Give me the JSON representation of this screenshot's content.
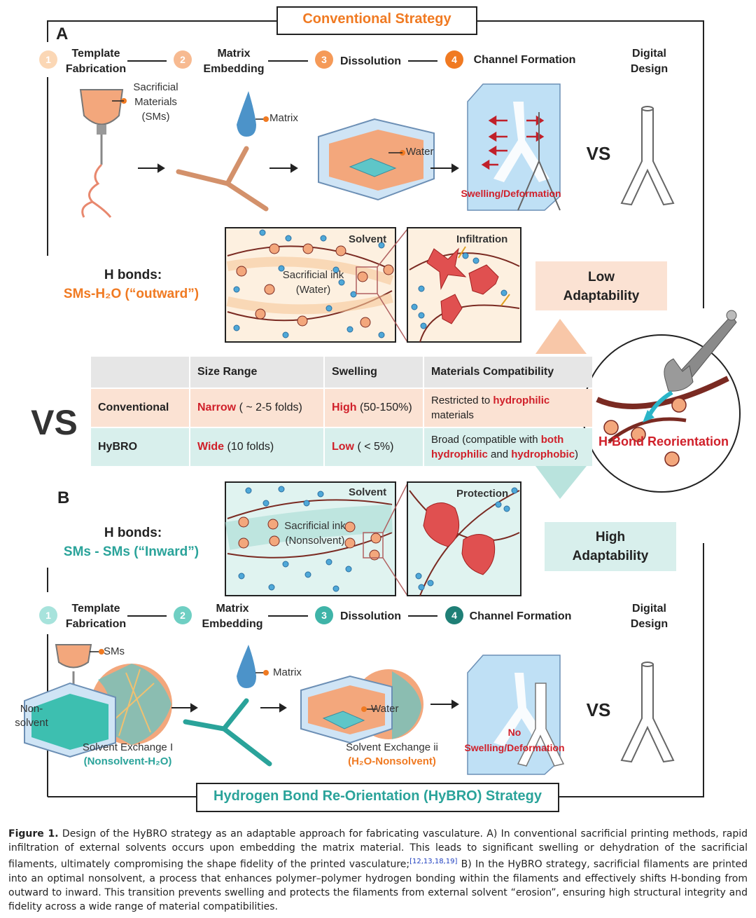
{
  "panel_a": {
    "letter": "A",
    "banner": "Conventional Strategy",
    "steps": [
      {
        "num": "1",
        "label": "Template\nFabrication"
      },
      {
        "num": "2",
        "label": "Matrix\nEmbedding"
      },
      {
        "num": "3",
        "label": "Dissolution"
      },
      {
        "num": "4",
        "label": "Channel Formation"
      }
    ],
    "digital_design": "Digital\nDesign",
    "sacrificial_label": "Sacrificial\nMaterials\n(SMs)",
    "matrix_label": "Matrix",
    "water_label": "Water",
    "swelling_label": "Swelling/Deformation",
    "vs": "VS",
    "hbonds_title": "H bonds:",
    "hbonds_type": "SMs-H₂O (“outward”)",
    "inset_solvent": "Solvent",
    "inset_ink": "Sacrificial ink\n(Water)",
    "inset_infiltration": "Infiltration",
    "adaptability": "Low\nAdaptability",
    "adapt_word_color": "#d0202a"
  },
  "table": {
    "headers": [
      "",
      "Size Range",
      "Swelling",
      "Materials Compatibility"
    ],
    "conventional": {
      "name": "Conventional",
      "size_key": "Narrow",
      "size_rest": " ( ~ 2-5 folds)",
      "swell_key": "High",
      "swell_rest": " (50-150%)",
      "compat_pre": "Restricted to ",
      "compat_key": "hydrophilic",
      "compat_post": "materials"
    },
    "hybro": {
      "name": "HyBRO",
      "size_key": "Wide",
      "size_rest": " (10 folds)",
      "swell_key": "Low",
      "swell_rest": " ( < 5%)",
      "compat_pre": "Broad (compatible with ",
      "compat_key1": "both",
      "compat_key2": "hydrophilic",
      "compat_mid": " and ",
      "compat_key3": "hydrophobic",
      "compat_post": ")"
    }
  },
  "big_vs": "VS",
  "wrench_label": "H-Bond Reorientation",
  "panel_b": {
    "letter": "B",
    "banner": "Hydrogen Bond Re-Orientation (HyBRO) Strategy",
    "steps": [
      {
        "num": "1",
        "label": "Template\nFabrication"
      },
      {
        "num": "2",
        "label": "Matrix\nEmbedding"
      },
      {
        "num": "3",
        "label": "Dissolution"
      },
      {
        "num": "4",
        "label": "Channel Formation"
      }
    ],
    "digital_design": "Digital\nDesign",
    "sms_label": "SMs",
    "nonsolvent_label": "Non-\nsolvent",
    "exchange1": "Solvent Exchange I",
    "exchange1_sub": "(Nonsolvent-H₂O)",
    "matrix_label": "Matrix",
    "water_label": "Water",
    "exchange2": "Solvent Exchange ii",
    "exchange2_sub": "(H₂O-Nonsolvent)",
    "no_swelling": "No\nSwelling/Deformation",
    "vs": "VS",
    "hbonds_title": "H bonds:",
    "hbonds_type": "SMs - SMs (“Inward”)",
    "inset_solvent": "Solvent",
    "inset_ink": "Sacrificial ink\n(Nonsolvent)",
    "inset_protection": "Protection",
    "adaptability": "High\nAdaptability"
  },
  "colors": {
    "orange": "#f07a22",
    "teal": "#2aa39a",
    "red": "#d0202a",
    "peach": "#fbe2d3",
    "mint": "#d8efec"
  },
  "caption": {
    "fig": "Figure 1.",
    "text": " Design of the HyBRO strategy as an adaptable approach for fabricating vasculature. A) In conventional sacrificial printing methods, rapid infiltration of external solvents occurs upon embedding the matrix material. This leads to significant swelling or dehydration of the sacrificial filaments, ultimately compromising the shape fidelity of the printed vasculature;",
    "refs": "[12,13,18,19]",
    "text2": " B) In the HyBRO strategy, sacrificial filaments are printed into an optimal nonsolvent, a process that enhances polymer–polymer hydrogen bonding within the filaments and effectively shifts H-bonding from outward to inward. This transition prevents swelling and protects the filaments from external solvent “erosion”, ensuring high structural integrity and fidelity across a wide range of material compatibilities."
  }
}
